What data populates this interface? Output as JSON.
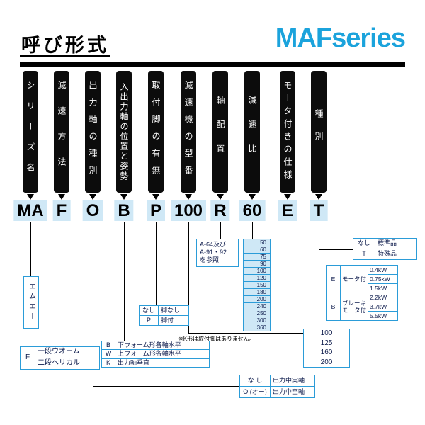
{
  "header": {
    "title": "呼び形式",
    "series": "MAFseries"
  },
  "columns": [
    {
      "label": "シリーズ名",
      "code": "MA"
    },
    {
      "label": "減速方法",
      "code": "F"
    },
    {
      "label": "出力軸の種別",
      "code": "O"
    },
    {
      "label": "入出力軸の位置と姿勢",
      "code": "B"
    },
    {
      "label": "取付脚の有無",
      "code": "P"
    },
    {
      "label": "減速機の型番",
      "code": "100"
    },
    {
      "label": "軸配置",
      "code": "R"
    },
    {
      "label": "減速比",
      "code": "60"
    },
    {
      "label": "モータ付きの仕様",
      "code": "E"
    },
    {
      "label": "種別",
      "code": "T"
    }
  ],
  "ann": {
    "series_name": "エムエー",
    "method": {
      "key": "F",
      "rows": [
        "一段ウオーム",
        "二段ヘリカル"
      ]
    },
    "output": {
      "rows": [
        {
          "key": "な し",
          "value": "出力中実軸"
        },
        {
          "key": "O (オー)",
          "value": "出力中空軸"
        }
      ]
    },
    "layout": {
      "rows": [
        {
          "key": "B",
          "value": "下ウォーム形各軸水平"
        },
        {
          "key": "W",
          "value": "上ウォーム形各軸水平"
        },
        {
          "key": "K",
          "value": "出力軸垂直"
        }
      ]
    },
    "legs": {
      "rows": [
        {
          "key": "なし",
          "value": "脚なし"
        },
        {
          "key": "P",
          "value": "脚付"
        }
      ],
      "note": "※K形は取付脚はありません。"
    },
    "sizes": [
      "100",
      "125",
      "160",
      "200"
    ],
    "shaft_ref": {
      "lines": [
        "A-64及び",
        "A-91・92",
        "を参照"
      ]
    },
    "ratios": [
      "50",
      "60",
      "75",
      "90",
      "100",
      "120",
      "150",
      "180",
      "200",
      "240",
      "250",
      "300",
      "360"
    ],
    "motor": {
      "groups": [
        {
          "key": "E",
          "label": "モータ付"
        },
        {
          "key": "B",
          "label": "ブレーキモータ付"
        }
      ],
      "kw": [
        "0.4kW",
        "0.75kW",
        "1.5kW",
        "2.2kW",
        "3.7kW",
        "5.5kW"
      ]
    },
    "kind": {
      "rows": [
        {
          "key": "なし",
          "value": "標準品"
        },
        {
          "key": "T",
          "value": "特殊品"
        }
      ]
    }
  },
  "colors": {
    "accent": "#1ba3dc",
    "chip_bg": "#cfe8f6",
    "table_border": "#2b9cd8",
    "bar": "#0c0c0c"
  }
}
